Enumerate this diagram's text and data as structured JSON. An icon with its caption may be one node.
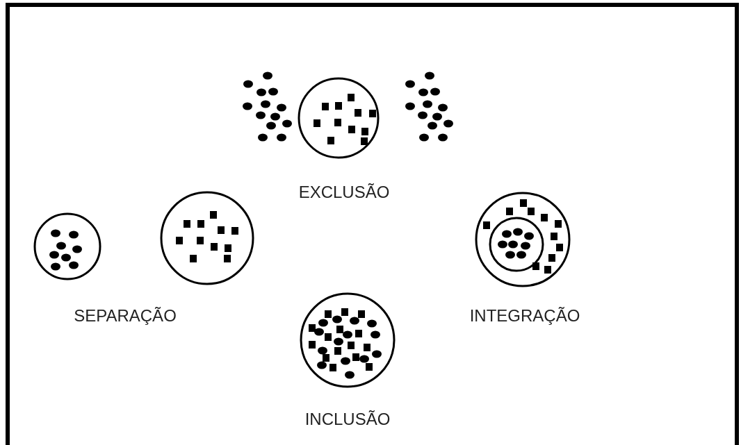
{
  "diagram": {
    "labels": [
      "EXCLUSÃO",
      "SEPARAÇÃO",
      "INTEGRAÇÃO",
      "INCLUSÃO"
    ]
  }
}
